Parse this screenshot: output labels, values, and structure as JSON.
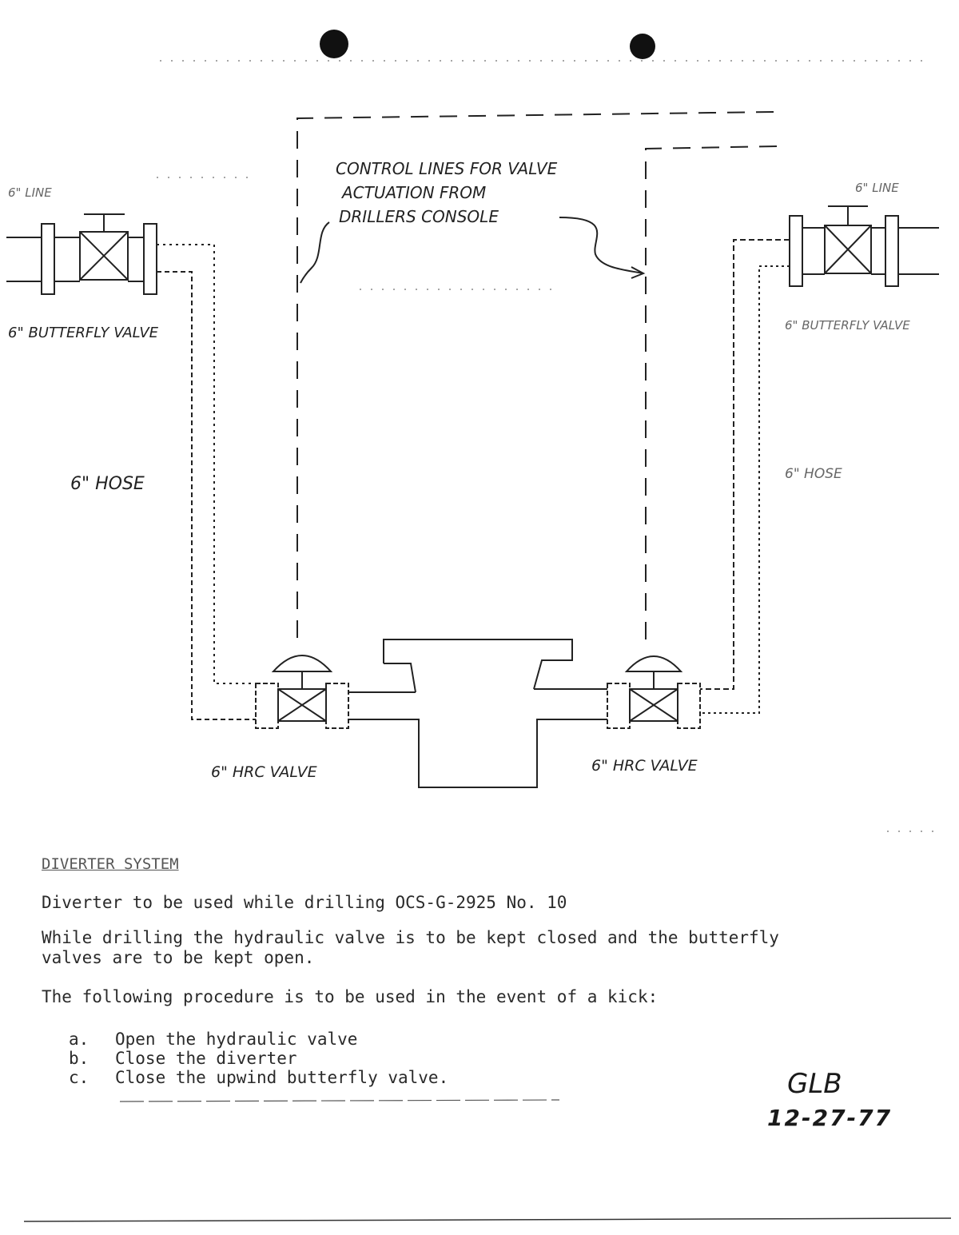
{
  "diagram": {
    "labels": {
      "left_line": "6\" LINE",
      "right_line": "6\" LINE",
      "control_lines_1": "CONTROL LINES FOR VALVE",
      "control_lines_2": "ACTUATION FROM",
      "control_lines_3": "DRILLERS CONSOLE",
      "left_butterfly": "6\" BUTTERFLY VALVE",
      "right_butterfly": "6\" BUTTERFLY VALVE",
      "left_hose": "6\" HOSE",
      "right_hose": "6\" HOSE",
      "left_hrc": "6\" HRC VALVE",
      "right_hrc": "6\" HRC VALVE"
    }
  },
  "text": {
    "heading": "DIVERTER SYSTEM",
    "line1": "Diverter to be used while drilling OCS-G-2925 No. 10",
    "line2a": "While drilling the hydraulic valve is to be kept closed and the butterfly",
    "line2b": "valves are to be kept open.",
    "line3": "The following procedure is to be used in the event of a kick:",
    "steps": [
      {
        "marker": "a.",
        "text": "Open the hydraulic valve"
      },
      {
        "marker": "b.",
        "text": "Close the diverter"
      },
      {
        "marker": "c.",
        "text": "Close the upwind butterfly valve."
      }
    ]
  },
  "signature": {
    "initials": "GLB",
    "date": "12-27-77"
  }
}
